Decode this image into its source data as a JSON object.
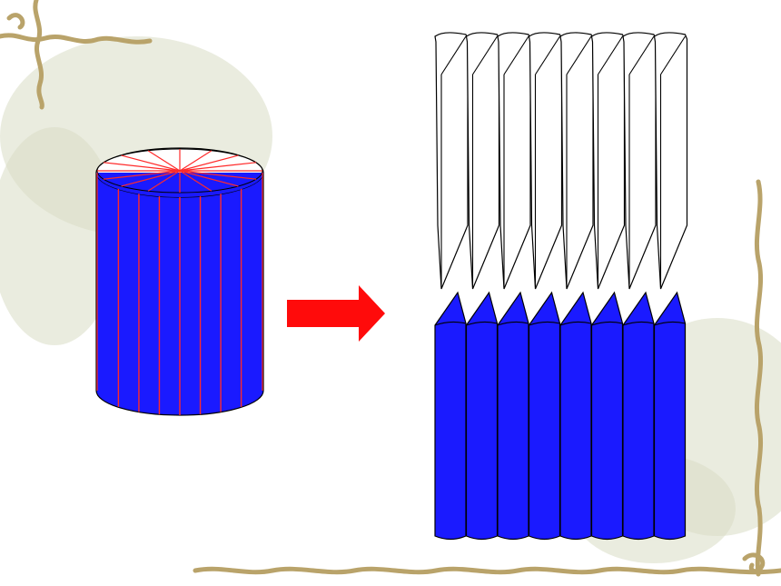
{
  "slide": {
    "background": "#ffffff",
    "decoration": {
      "vine_color": "#b9a36a",
      "leaf_wash_color": "#d9dcc4"
    },
    "cylinder": {
      "body_color": "#1a1aff",
      "top_face_color": "#ffffff",
      "cut_line_color": "#ff2a2a",
      "outline_color": "#000000",
      "sector_count": 16,
      "visible_vertical_cuts": 7
    },
    "arrow": {
      "color": "#ff0b0b",
      "direction": "right"
    },
    "hollow_wedges": {
      "count": 8,
      "fill_color": "#ffffff",
      "outline_color": "#000000"
    },
    "blue_wedges": {
      "count": 8,
      "fill_color": "#1a1aff",
      "outline_color": "#000000"
    }
  }
}
